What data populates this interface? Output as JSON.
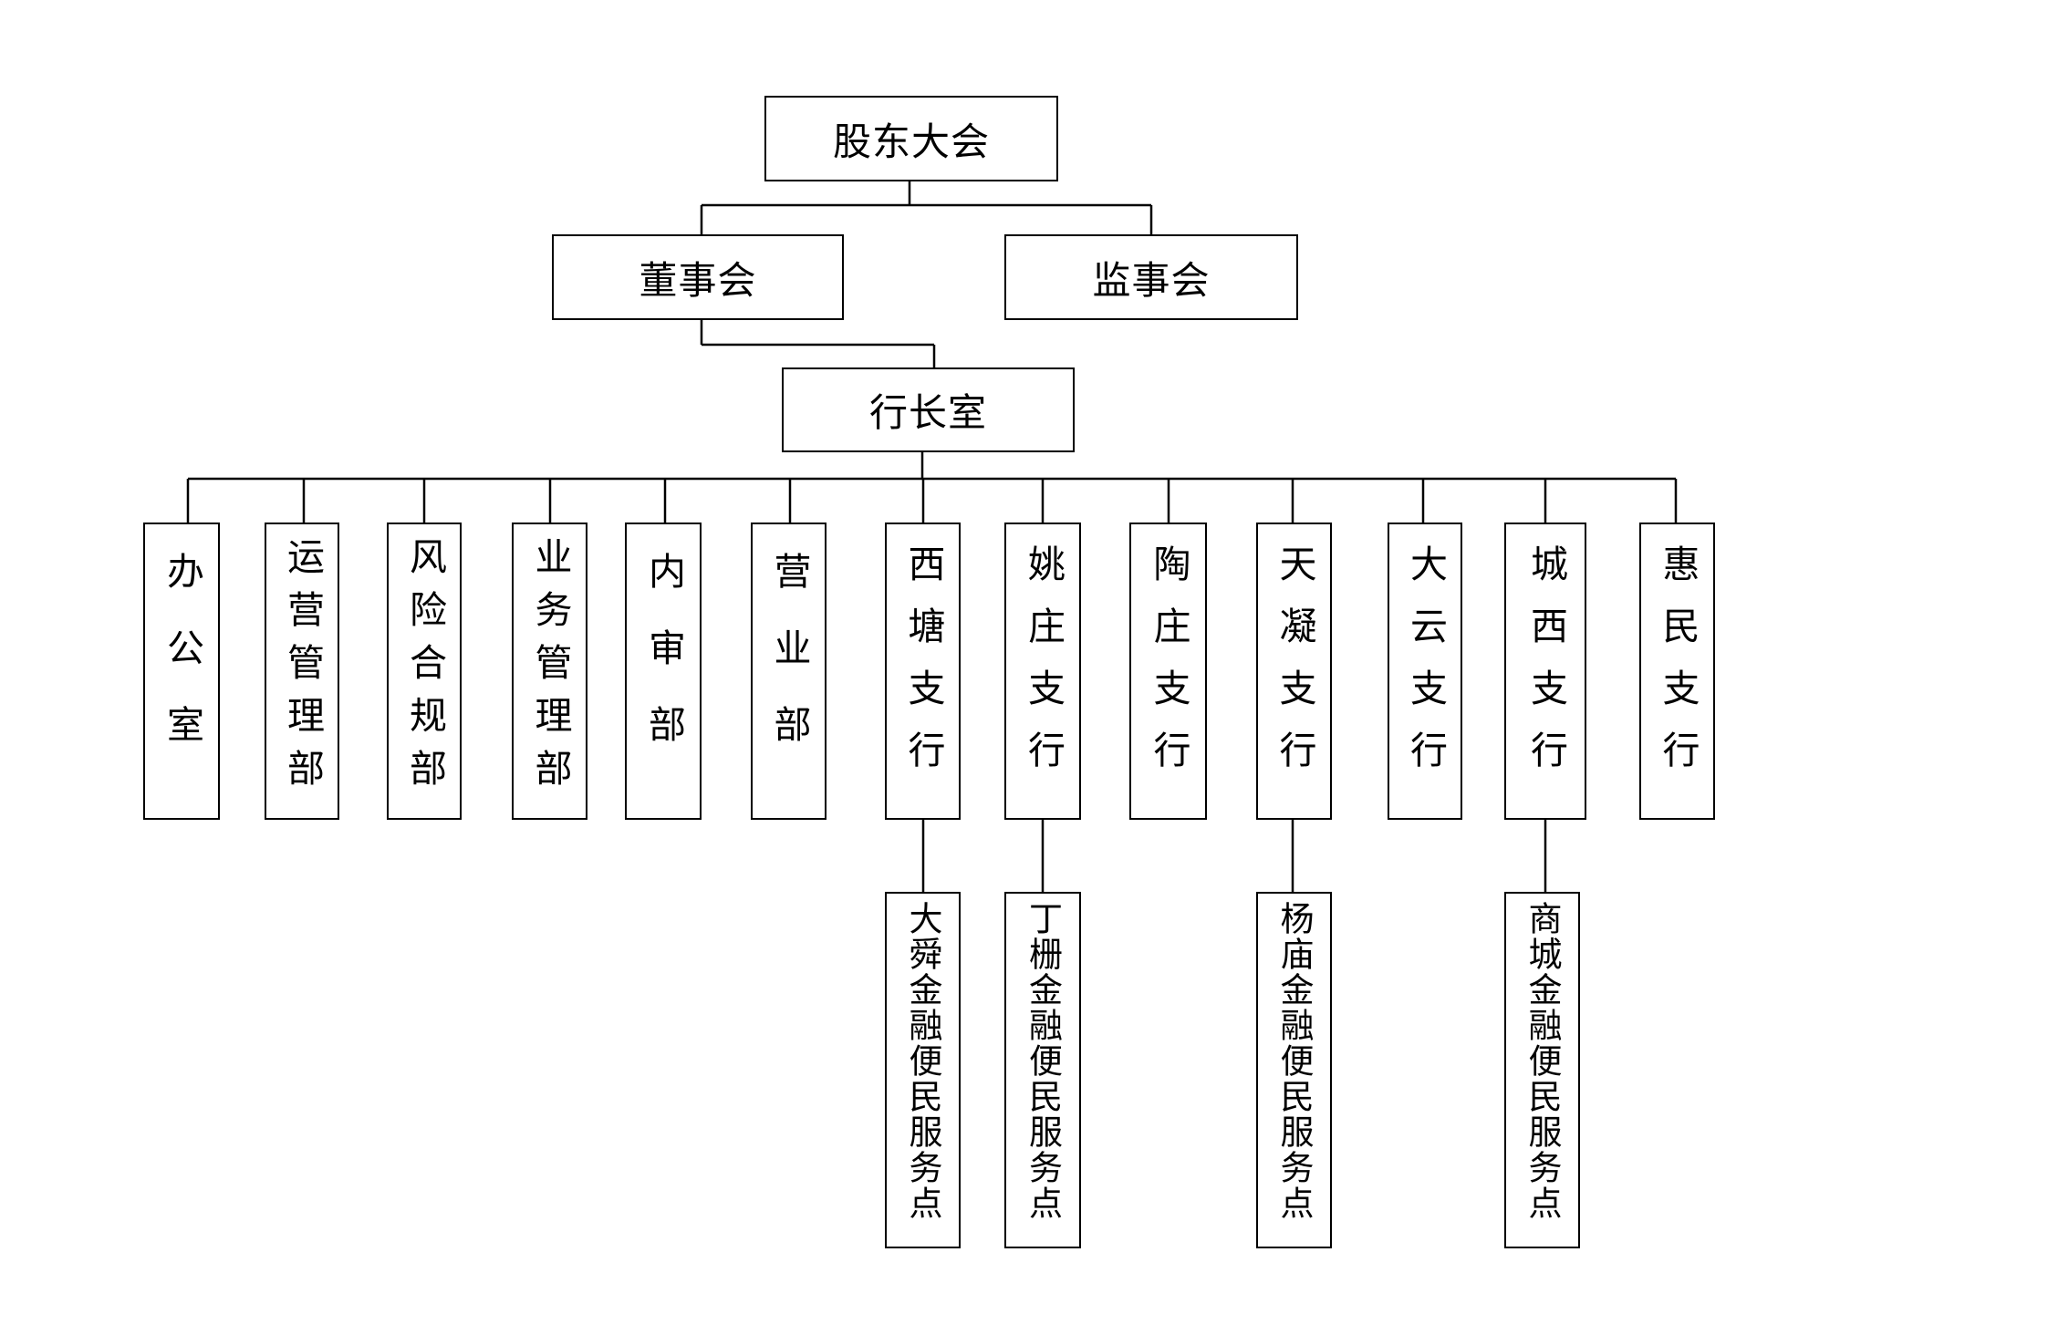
{
  "diagram": {
    "type": "org-chart",
    "top": {
      "label": "股东大会"
    },
    "board": {
      "label": "董事会"
    },
    "supervisors": {
      "label": "监事会"
    },
    "president_office": {
      "label": "行长室"
    },
    "departments": [
      {
        "label": "办公室"
      },
      {
        "label": "运营管理部"
      },
      {
        "label": "风险合规部"
      },
      {
        "label": "业务管理部"
      },
      {
        "label": "内审部"
      },
      {
        "label": "营业部"
      },
      {
        "label": "西塘支行",
        "child": "大舜金融便民服务点"
      },
      {
        "label": "姚庄支行",
        "child": "丁栅金融便民服务点"
      },
      {
        "label": "陶庄支行"
      },
      {
        "label": "天凝支行",
        "child": "杨庙金融便民服务点"
      },
      {
        "label": "大云支行"
      },
      {
        "label": "城西支行",
        "child": "商城金融便民服务点"
      },
      {
        "label": "惠民支行"
      }
    ],
    "line_color": "#000000",
    "box_border_color": "#000000",
    "background_color": "#ffffff"
  }
}
